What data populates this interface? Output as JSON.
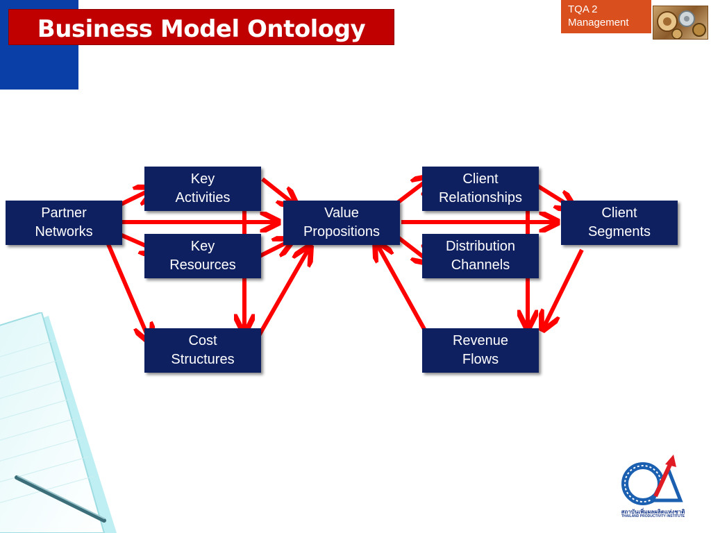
{
  "slide": {
    "title": "Business Model Ontology",
    "badge_text": "TQA 2\nManagement"
  },
  "colors": {
    "title_bar": "#c00000",
    "corner_block": "#0a3fa8",
    "badge": "#d94f1e",
    "node_fill": "#0f2060",
    "arrow": "#ff0000"
  },
  "diagram": {
    "nodes": {
      "partner_networks": "Partner\nNetworks",
      "key_activities": "Key\nActivities",
      "key_resources": "Key\nResources",
      "cost_structures": "Cost\nStructures",
      "value_propositions": "Value\nPropositions",
      "client_relationships": "Client\nRelationships",
      "distribution_channels": "Distribution\nChannels",
      "revenue_flows": "Revenue\nFlows",
      "client_segments": "Client\nSegments"
    },
    "edges": [
      [
        "partner_networks",
        "key_activities"
      ],
      [
        "partner_networks",
        "value_propositions"
      ],
      [
        "partner_networks",
        "key_resources"
      ],
      [
        "partner_networks",
        "cost_structures"
      ],
      [
        "key_activities",
        "value_propositions"
      ],
      [
        "key_activities",
        "key_resources"
      ],
      [
        "key_resources",
        "value_propositions"
      ],
      [
        "key_resources",
        "cost_structures"
      ],
      [
        "cost_structures",
        "value_propositions"
      ],
      [
        "value_propositions",
        "client_relationships"
      ],
      [
        "value_propositions",
        "client_segments"
      ],
      [
        "value_propositions",
        "distribution_channels"
      ],
      [
        "client_relationships",
        "client_segments"
      ],
      [
        "client_relationships",
        "distribution_channels"
      ],
      [
        "distribution_channels",
        "revenue_flows"
      ],
      [
        "client_segments",
        "revenue_flows"
      ],
      [
        "revenue_flows",
        "value_propositions"
      ]
    ]
  },
  "logo": {
    "line1": "สถาบันเพิ่มผลผลิตแห่งชาติ",
    "line2": "THAILAND PRODUCTIVITY INSTITUTE"
  }
}
